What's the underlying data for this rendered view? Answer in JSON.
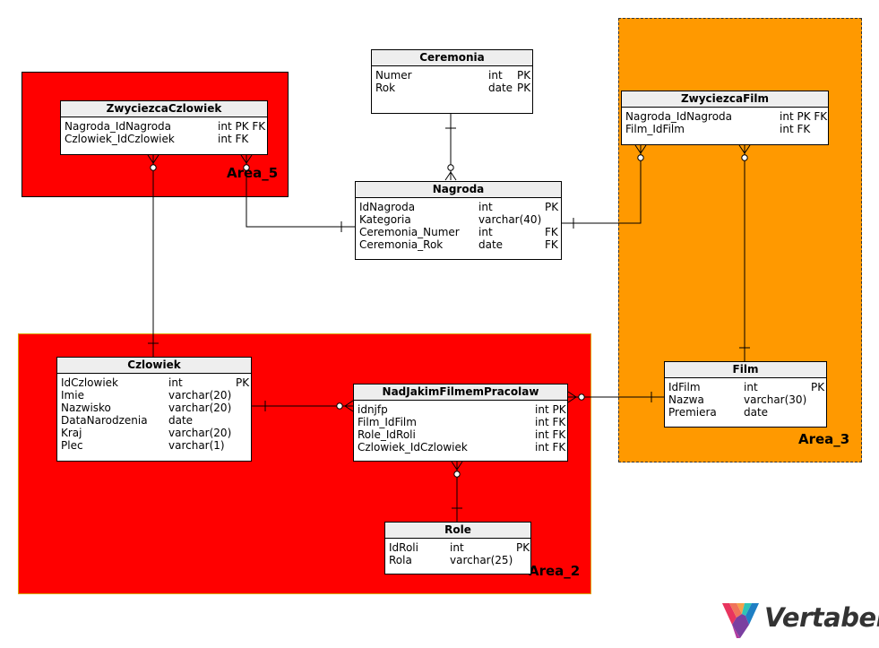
{
  "areas": {
    "area5": "Area_5",
    "area3": "Area_3",
    "area2": "Area_2"
  },
  "colors": {
    "area_red": "#ff0000",
    "area_orange": "#ff9900",
    "header_bg": "#eeeeee"
  },
  "tables": {
    "ceremonia": {
      "title": "Ceremonia",
      "rows": [
        {
          "name": "Numer",
          "type": "int",
          "key": "PK"
        },
        {
          "name": "Rok",
          "type": "date",
          "key": "PK"
        }
      ]
    },
    "zwyciezcaCzlowiek": {
      "title": "ZwyciezcaCzlowiek",
      "rows": [
        {
          "name": "Nagroda_IdNagroda",
          "type": "int PK FK",
          "key": ""
        },
        {
          "name": "Czlowiek_IdCzlowiek",
          "type": "int FK",
          "key": ""
        }
      ]
    },
    "zwyciezcaFilm": {
      "title": "ZwyciezcaFilm",
      "rows": [
        {
          "name": "Nagroda_IdNagroda",
          "type": "int PK FK",
          "key": ""
        },
        {
          "name": "Film_IdFilm",
          "type": "int FK",
          "key": ""
        }
      ]
    },
    "nagroda": {
      "title": "Nagroda",
      "rows": [
        {
          "name": "IdNagroda",
          "type": "int",
          "key": "PK"
        },
        {
          "name": "Kategoria",
          "type": "varchar(40)",
          "key": ""
        },
        {
          "name": "Ceremonia_Numer",
          "type": "int",
          "key": "FK"
        },
        {
          "name": "Ceremonia_Rok",
          "type": "date",
          "key": "FK"
        }
      ]
    },
    "czlowiek": {
      "title": "Czlowiek",
      "rows": [
        {
          "name": "IdCzlowiek",
          "type": "int",
          "key": "PK"
        },
        {
          "name": "Imie",
          "type": "varchar(20)",
          "key": ""
        },
        {
          "name": "Nazwisko",
          "type": "varchar(20)",
          "key": ""
        },
        {
          "name": "DataNarodzenia",
          "type": "date",
          "key": ""
        },
        {
          "name": "Kraj",
          "type": "varchar(20)",
          "key": ""
        },
        {
          "name": "Plec",
          "type": "varchar(1)",
          "key": ""
        }
      ]
    },
    "nadJakim": {
      "title": "NadJakimFilmemPracolaw",
      "rows": [
        {
          "name": "idnjfp",
          "type": "int PK",
          "key": ""
        },
        {
          "name": "Film_IdFilm",
          "type": "int FK",
          "key": ""
        },
        {
          "name": "Role_IdRoli",
          "type": "int FK",
          "key": ""
        },
        {
          "name": "Czlowiek_IdCzlowiek",
          "type": "int FK",
          "key": ""
        }
      ]
    },
    "film": {
      "title": "Film",
      "rows": [
        {
          "name": "IdFilm",
          "type": "int",
          "key": "PK"
        },
        {
          "name": "Nazwa",
          "type": "varchar(30)",
          "key": ""
        },
        {
          "name": "Premiera",
          "type": "date",
          "key": ""
        }
      ]
    },
    "role": {
      "title": "Role",
      "rows": [
        {
          "name": "IdRoli",
          "type": "int",
          "key": "PK"
        },
        {
          "name": "Rola",
          "type": "varchar(25)",
          "key": ""
        }
      ]
    }
  },
  "logo": {
    "text": "Vertabelo"
  }
}
